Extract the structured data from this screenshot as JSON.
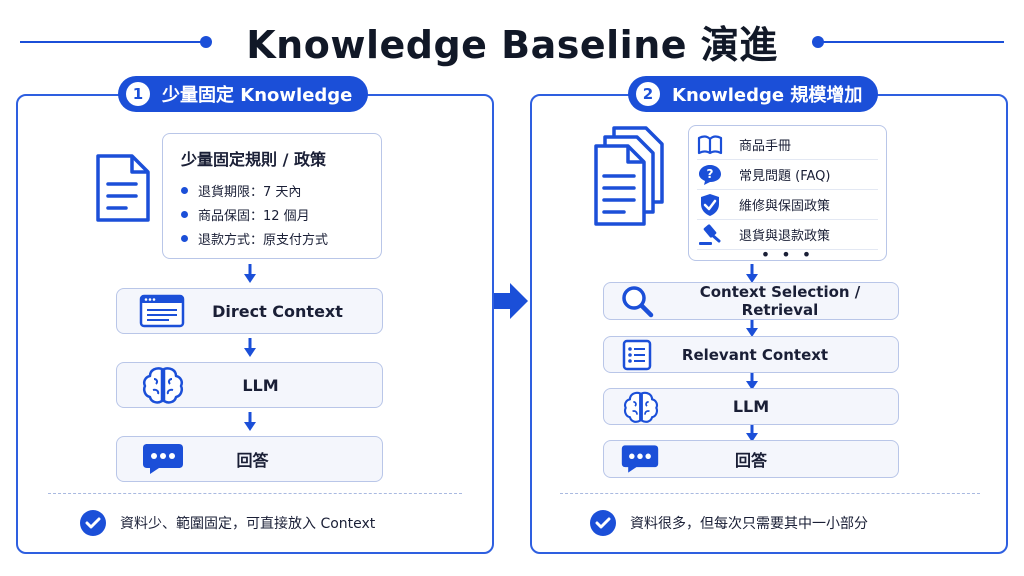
{
  "title": "Knowledge Baseline 演進",
  "colors": {
    "accent": "#1b4fd8",
    "panel_border": "#2e5fe0",
    "card_bg": "#f4f6fc"
  },
  "left": {
    "badge_number": "1",
    "badge_label": "少量固定 Knowledge",
    "rules_title": "少量固定規則 / 政策",
    "rules": [
      "退貨期限：7 天內",
      "商品保固：12 個月",
      "退款方式：原支付方式"
    ],
    "steps": [
      "Direct Context",
      "LLM",
      "回答"
    ],
    "summary": "資料少、範圍固定，可直接放入 Context"
  },
  "right": {
    "badge_number": "2",
    "badge_label": "Knowledge 規模增加",
    "kb_items": [
      {
        "icon": "book-icon",
        "label": "商品手冊"
      },
      {
        "icon": "question-icon",
        "label": "常見問題 (FAQ)"
      },
      {
        "icon": "shield-check-icon",
        "label": "維修與保固政策"
      },
      {
        "icon": "gavel-icon",
        "label": "退貨與退款政策"
      }
    ],
    "kb_more": "• • •",
    "steps": [
      "Context Selection / Retrieval",
      "Relevant Context",
      "LLM",
      "回答"
    ],
    "summary": "資料很多，但每次只需要其中一小部分"
  }
}
